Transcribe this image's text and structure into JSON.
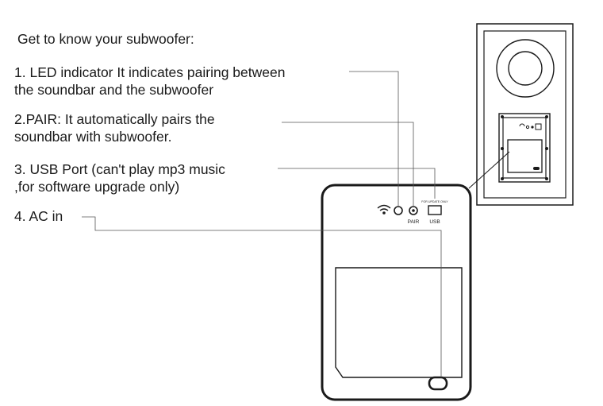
{
  "heading": "Get to know your subwoofer:",
  "items": [
    {
      "lines": [
        "1. LED indicator It indicates pairing between",
        "the soundbar and the subwoofer"
      ]
    },
    {
      "lines": [
        "2.PAIR: It automatically pairs the",
        "soundbar with subwoofer."
      ]
    },
    {
      "lines": [
        "3. USB Port (can't play mp3 music",
        ",for software upgrade only)"
      ]
    },
    {
      "lines": [
        "4. AC in"
      ]
    }
  ],
  "panel_labels": {
    "pair": "PAIR",
    "usb": "USB",
    "usb_note": "FOR UPDATE ONLY"
  },
  "colors": {
    "line": "#1a1a1a",
    "leader": "#555555",
    "background": "#ffffff"
  }
}
